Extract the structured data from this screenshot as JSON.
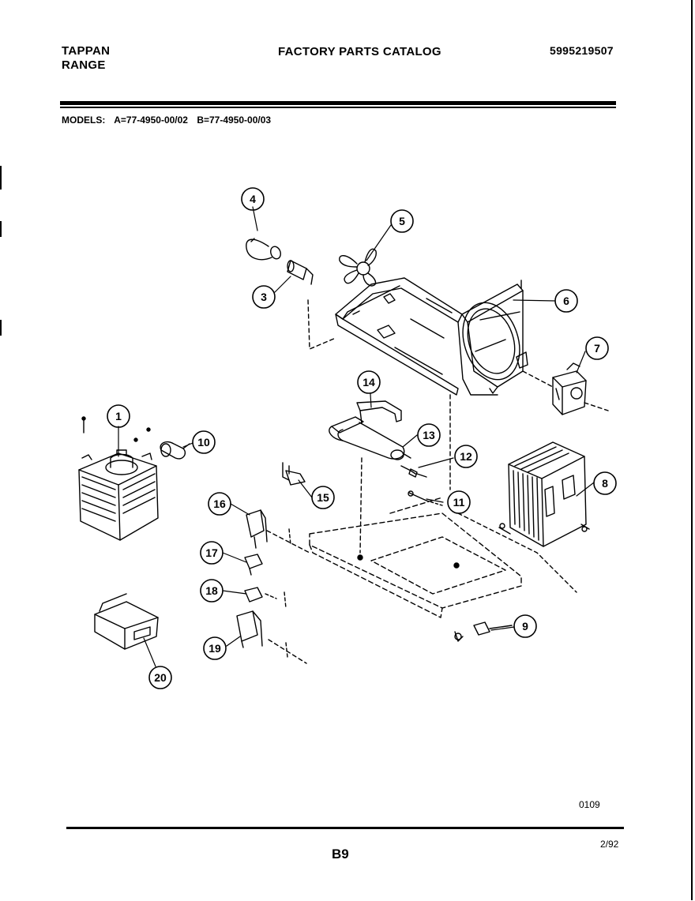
{
  "header": {
    "brand_line1": "TAPPAN",
    "brand_line2": "RANGE",
    "catalog_title": "FACTORY PARTS CATALOG",
    "catalog_number": "5995219507"
  },
  "models": {
    "label": "MODELS:",
    "model_a": "A=77-4950-00/02",
    "model_b": "B=77-4950-00/03"
  },
  "footer": {
    "diagram_code": "0109",
    "date": "2/92",
    "page": "B9"
  },
  "callouts": {
    "c1": "1",
    "c3": "3",
    "c4": "4",
    "c5": "5",
    "c6": "6",
    "c7": "7",
    "c8": "8",
    "c9": "9",
    "c10": "10",
    "c11": "11",
    "c12": "12",
    "c13": "13",
    "c14": "14",
    "c15": "15",
    "c16": "16",
    "c17": "17",
    "c18": "18",
    "c19": "19",
    "c20": "20"
  },
  "colors": {
    "ink": "#000000",
    "paper": "#ffffff"
  }
}
